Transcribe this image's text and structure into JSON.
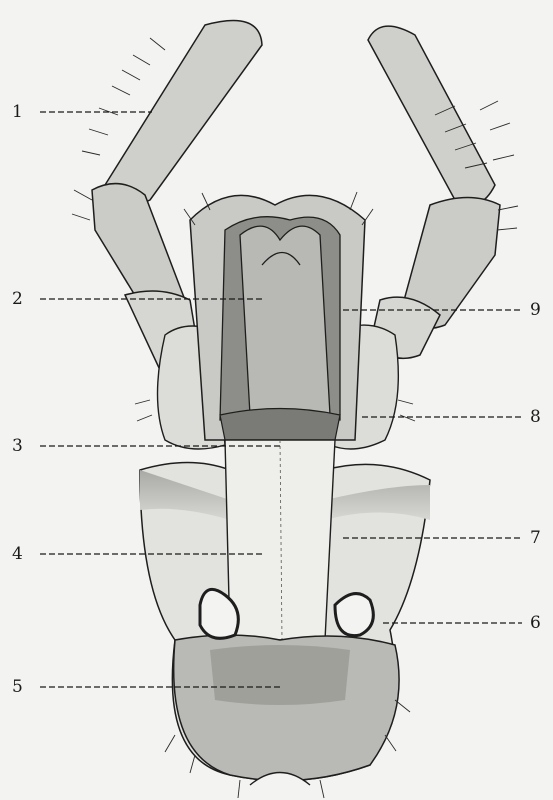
{
  "labels": {
    "l1": "1",
    "l2": "2",
    "l3": "3",
    "l4": "4",
    "l5": "5",
    "l6": "6",
    "l7": "7",
    "l8": "8",
    "l9": "9"
  },
  "colors": {
    "background": "#f3f3f1",
    "outline": "#1e1e1e",
    "light_fill": "#d9d9d6",
    "mid_fill": "#b4b4b0",
    "dark_fill": "#6d6d6a"
  }
}
